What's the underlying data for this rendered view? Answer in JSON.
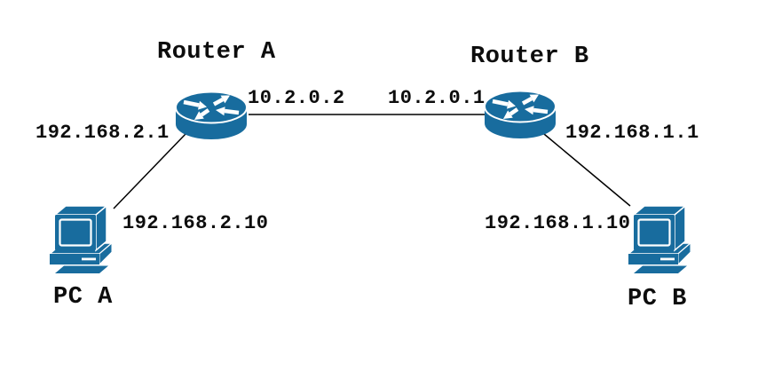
{
  "diagram": {
    "type": "network-topology",
    "accent_color": "#186c9e",
    "line_color": "#000000",
    "text_color": "#0d0d0d",
    "background_color": "#ffffff",
    "nodes": {
      "router_a": {
        "label": "Router A",
        "icon": "router-icon",
        "lan_ip": "192.168.2.1",
        "wan_ip": "10.2.0.2"
      },
      "router_b": {
        "label": "Router B",
        "icon": "router-icon",
        "wan_ip": "10.2.0.1",
        "lan_ip": "192.168.1.1"
      },
      "pc_a": {
        "label": "PC A",
        "icon": "desktop-computer-icon",
        "ip": "192.168.2.10"
      },
      "pc_b": {
        "label": "PC B",
        "icon": "desktop-computer-icon",
        "ip": "192.168.1.10"
      }
    },
    "links": [
      {
        "from": "router_a",
        "to": "router_b",
        "from_interface_ip": "10.2.0.2",
        "to_interface_ip": "10.2.0.1"
      },
      {
        "from": "router_a",
        "to": "pc_a",
        "from_interface_ip": "192.168.2.1",
        "to_interface_ip": "192.168.2.10"
      },
      {
        "from": "router_b",
        "to": "pc_b",
        "from_interface_ip": "192.168.1.1",
        "to_interface_ip": "192.168.1.10"
      }
    ]
  }
}
